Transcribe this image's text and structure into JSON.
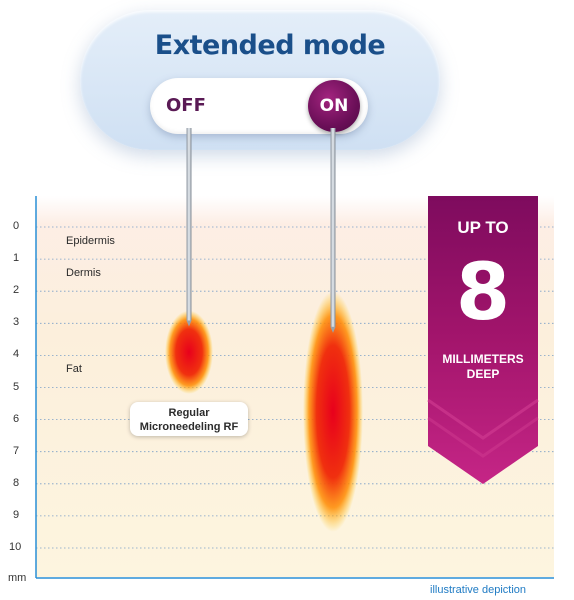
{
  "header": {
    "title": "Extended mode",
    "toggle_off": "OFF",
    "toggle_on": "ON"
  },
  "axis": {
    "unit": "mm",
    "ticks": [
      "0",
      "1",
      "2",
      "3",
      "4",
      "5",
      "6",
      "7",
      "8",
      "9",
      "10"
    ]
  },
  "layers": [
    {
      "label": "Epidermis",
      "depth_mm": 0.5
    },
    {
      "label": "Dermis",
      "depth_mm": 1.5
    },
    {
      "label": "Fat",
      "depth_mm": 4.5
    }
  ],
  "regular_label_line1": "Regular",
  "regular_label_line2": "Microneedeling RF",
  "needles": [
    {
      "id": "regular",
      "tip_depth_mm": 3.1,
      "heat_top_mm": 2.6,
      "heat_bottom_mm": 5.2
    },
    {
      "id": "extended",
      "tip_depth_mm": 3.3,
      "heat_top_mm": 2.0,
      "heat_bottom_mm": 9.5
    }
  ],
  "banner": {
    "line1": "UP TO",
    "value": "8",
    "line2": "MILLIMETERS",
    "line3": "DEEP"
  },
  "footnote": "illustrative depiction",
  "colors": {
    "title": "#1a4f8a",
    "axis": "#2a8fd6",
    "banner": "#a4166f",
    "knob": "#6b0f58",
    "heat_core": "#e8001c",
    "heat_outer": "#ffb300"
  }
}
